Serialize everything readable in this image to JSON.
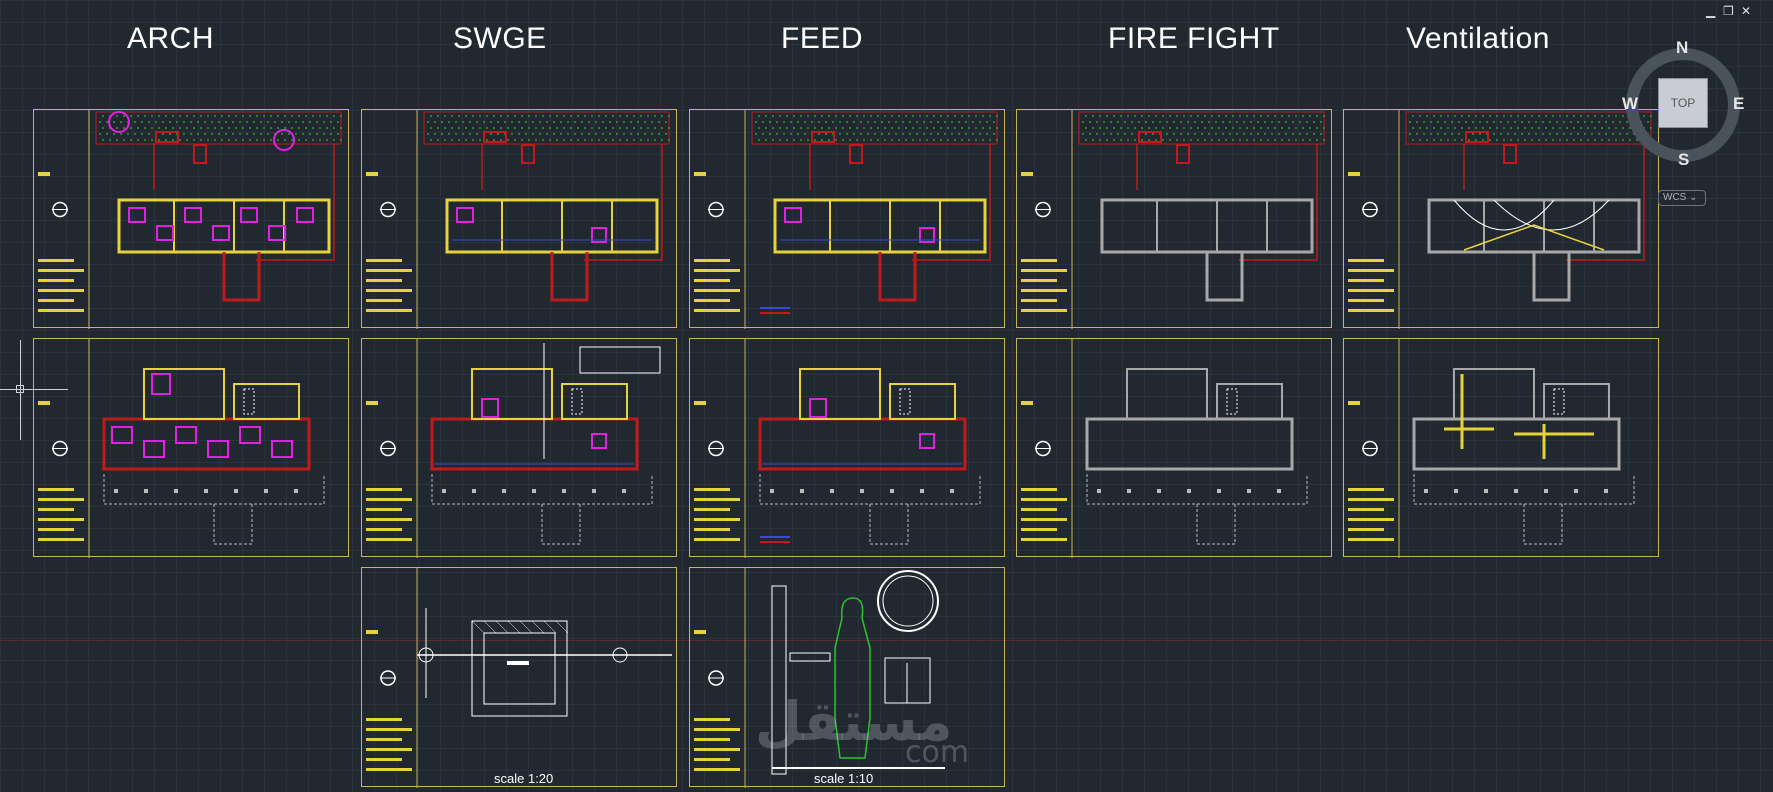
{
  "columns": {
    "arch": "ARCH",
    "swge": "SWGE",
    "feed": "FEED",
    "fire": "FIRE FIGHT",
    "vent": "Ventilation"
  },
  "scales": {
    "swge_detail": "scale 1:20",
    "feed_detail": "scale 1:10"
  },
  "viewcube": {
    "top": "TOP",
    "north": "N",
    "south": "S",
    "east": "E",
    "west": "W",
    "wcs": "WCS"
  },
  "window_controls": {
    "minimize": "▁",
    "restore": "❐",
    "close": "✕"
  },
  "watermark": {
    "arabic": "مستقل",
    "domain": "com"
  },
  "colors": {
    "background": "#212830",
    "sheet_border": "#c9b45a",
    "wall_yellow": "#e6d23a",
    "wall_red": "#c01a1a",
    "furniture_magenta": "#e021e0",
    "landscape_green": "#2ec22e",
    "wall_gray": "#a8a8a8",
    "blue_line": "#3a4ad8"
  }
}
